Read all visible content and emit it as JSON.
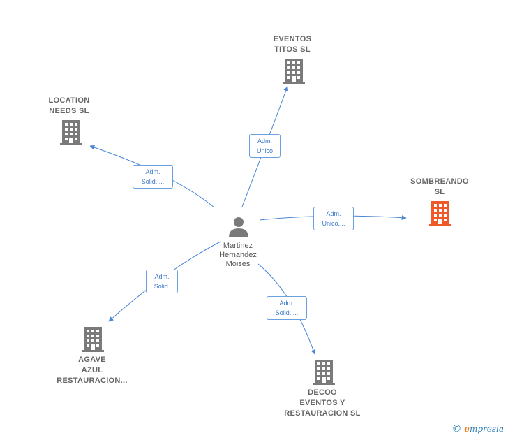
{
  "center": {
    "name_lines": [
      "Martinez",
      "Hernandez",
      "Moises"
    ]
  },
  "companies": [
    {
      "id": "eventos-titos",
      "lines": [
        "EVENTOS",
        "TITOS SL"
      ],
      "highlight": false
    },
    {
      "id": "location-needs",
      "lines": [
        "LOCATION",
        "NEEDS  SL"
      ],
      "highlight": false
    },
    {
      "id": "sombreando",
      "lines": [
        "SOMBREANDO",
        "SL"
      ],
      "highlight": true
    },
    {
      "id": "agave",
      "lines": [
        "AGAVE",
        "AZUL",
        "RESTAURACION..."
      ],
      "highlight": false
    },
    {
      "id": "decoo",
      "lines": [
        "DECOO",
        "EVENTOS Y",
        "RESTAURACION SL"
      ],
      "highlight": false
    }
  ],
  "relations": [
    {
      "to": "eventos-titos",
      "lines": [
        "Adm.",
        "Unico"
      ]
    },
    {
      "to": "location-needs",
      "lines": [
        "Adm.",
        "Solid.,..."
      ]
    },
    {
      "to": "sombreando",
      "lines": [
        "Adm.",
        "Unico,..."
      ]
    },
    {
      "to": "agave",
      "lines": [
        "Adm.",
        "Solid."
      ]
    },
    {
      "to": "decoo",
      "lines": [
        "Adm.",
        "Solid.,..."
      ]
    }
  ],
  "colors": {
    "edge": "#4a86d4",
    "building": "#7a7a7a",
    "building_highlight": "#f05a28",
    "person": "#7a7a7a"
  },
  "icons": {
    "company": "building-icon",
    "person": "person-icon",
    "copyright": "copyright-icon"
  },
  "footer": {
    "copyright_symbol": "©",
    "brand_first": "e",
    "brand_rest": "mpresia"
  }
}
